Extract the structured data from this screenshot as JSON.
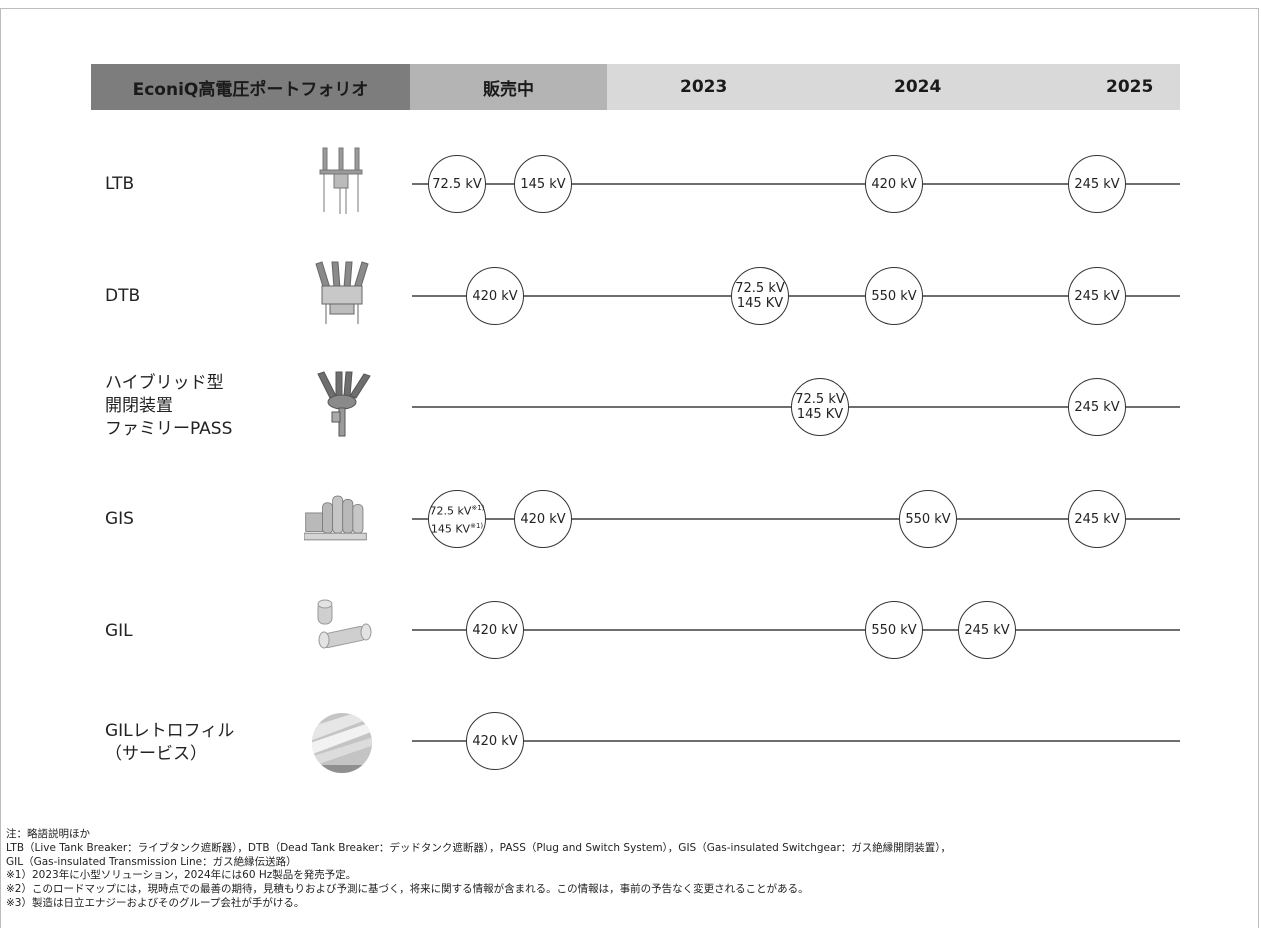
{
  "header": {
    "title": "EconiQ高電圧ポートフォリオ",
    "on_sale": "販売中",
    "years": [
      "2023",
      "2024",
      "2025"
    ]
  },
  "rows": [
    {
      "label": [
        "LTB"
      ],
      "icon": "live-tank-breaker-icon",
      "nodes": [
        {
          "lines": [
            "72.5 kV"
          ]
        },
        {
          "lines": [
            "145 kV"
          ]
        },
        {
          "lines": [
            "420 kV"
          ]
        },
        {
          "lines": [
            "245 kV"
          ]
        }
      ]
    },
    {
      "label": [
        "DTB"
      ],
      "icon": "dead-tank-breaker-icon",
      "nodes": [
        {
          "lines": [
            "420 kV"
          ]
        },
        {
          "lines": [
            "72.5 kV",
            "145 KV"
          ]
        },
        {
          "lines": [
            "550 kV"
          ]
        },
        {
          "lines": [
            "245 kV"
          ]
        }
      ]
    },
    {
      "label": [
        "ハイブリッド型",
        "開閉装置",
        "ファミリーPASS"
      ],
      "icon": "pass-switchgear-icon",
      "nodes": [
        {
          "lines": [
            "72.5 kV",
            "145 KV"
          ]
        },
        {
          "lines": [
            "245 kV"
          ]
        }
      ]
    },
    {
      "label": [
        "GIS"
      ],
      "icon": "gis-switchgear-icon",
      "nodes": [
        {
          "lines": [
            "72.5 kV",
            "145 KV"
          ],
          "notes": [
            "※1)",
            "※1)"
          ]
        },
        {
          "lines": [
            "420 kV"
          ]
        },
        {
          "lines": [
            "550 kV"
          ]
        },
        {
          "lines": [
            "245 kV"
          ]
        }
      ]
    },
    {
      "label": [
        "GIL"
      ],
      "icon": "gil-line-icon",
      "nodes": [
        {
          "lines": [
            "420 kV"
          ]
        },
        {
          "lines": [
            "550 kV"
          ]
        },
        {
          "lines": [
            "245 kV"
          ]
        }
      ]
    },
    {
      "label": [
        "GILレトロフィル",
        "（サービス）"
      ],
      "icon": "gil-retrofill-photo-icon",
      "nodes": [
        {
          "lines": [
            "420 kV"
          ]
        }
      ]
    }
  ],
  "notes": [
    "注：略語説明ほか",
    "LTB（Live Tank Breaker：ライブタンク遮断器），DTB（Dead Tank Breaker：デッドタンク遮断器），PASS（Plug and Switch System），GIS（Gas-insulated Switchgear：ガス絶縁開閉装置），",
    "GIL（Gas-insulated Transmission Line：ガス絶縁伝送路）",
    "※1）2023年に小型ソリューション，2024年には60 Hz製品を発売予定。",
    "※2）このロードマップには，現時点での最善の期待，見積もりおよび予測に基づく，将来に関する情報が含まれる。この情報は，事前の予告なく変更されることがある。",
    "※3）製造は日立エナジーおよびそのグループ会社が手がける。"
  ],
  "colors": {
    "header_title_bg": "#7d7d7d",
    "header_sale_bg": "#b4b4b4",
    "header_years_bg": "#d9d9d9",
    "timeline": "#6e6e6e"
  }
}
